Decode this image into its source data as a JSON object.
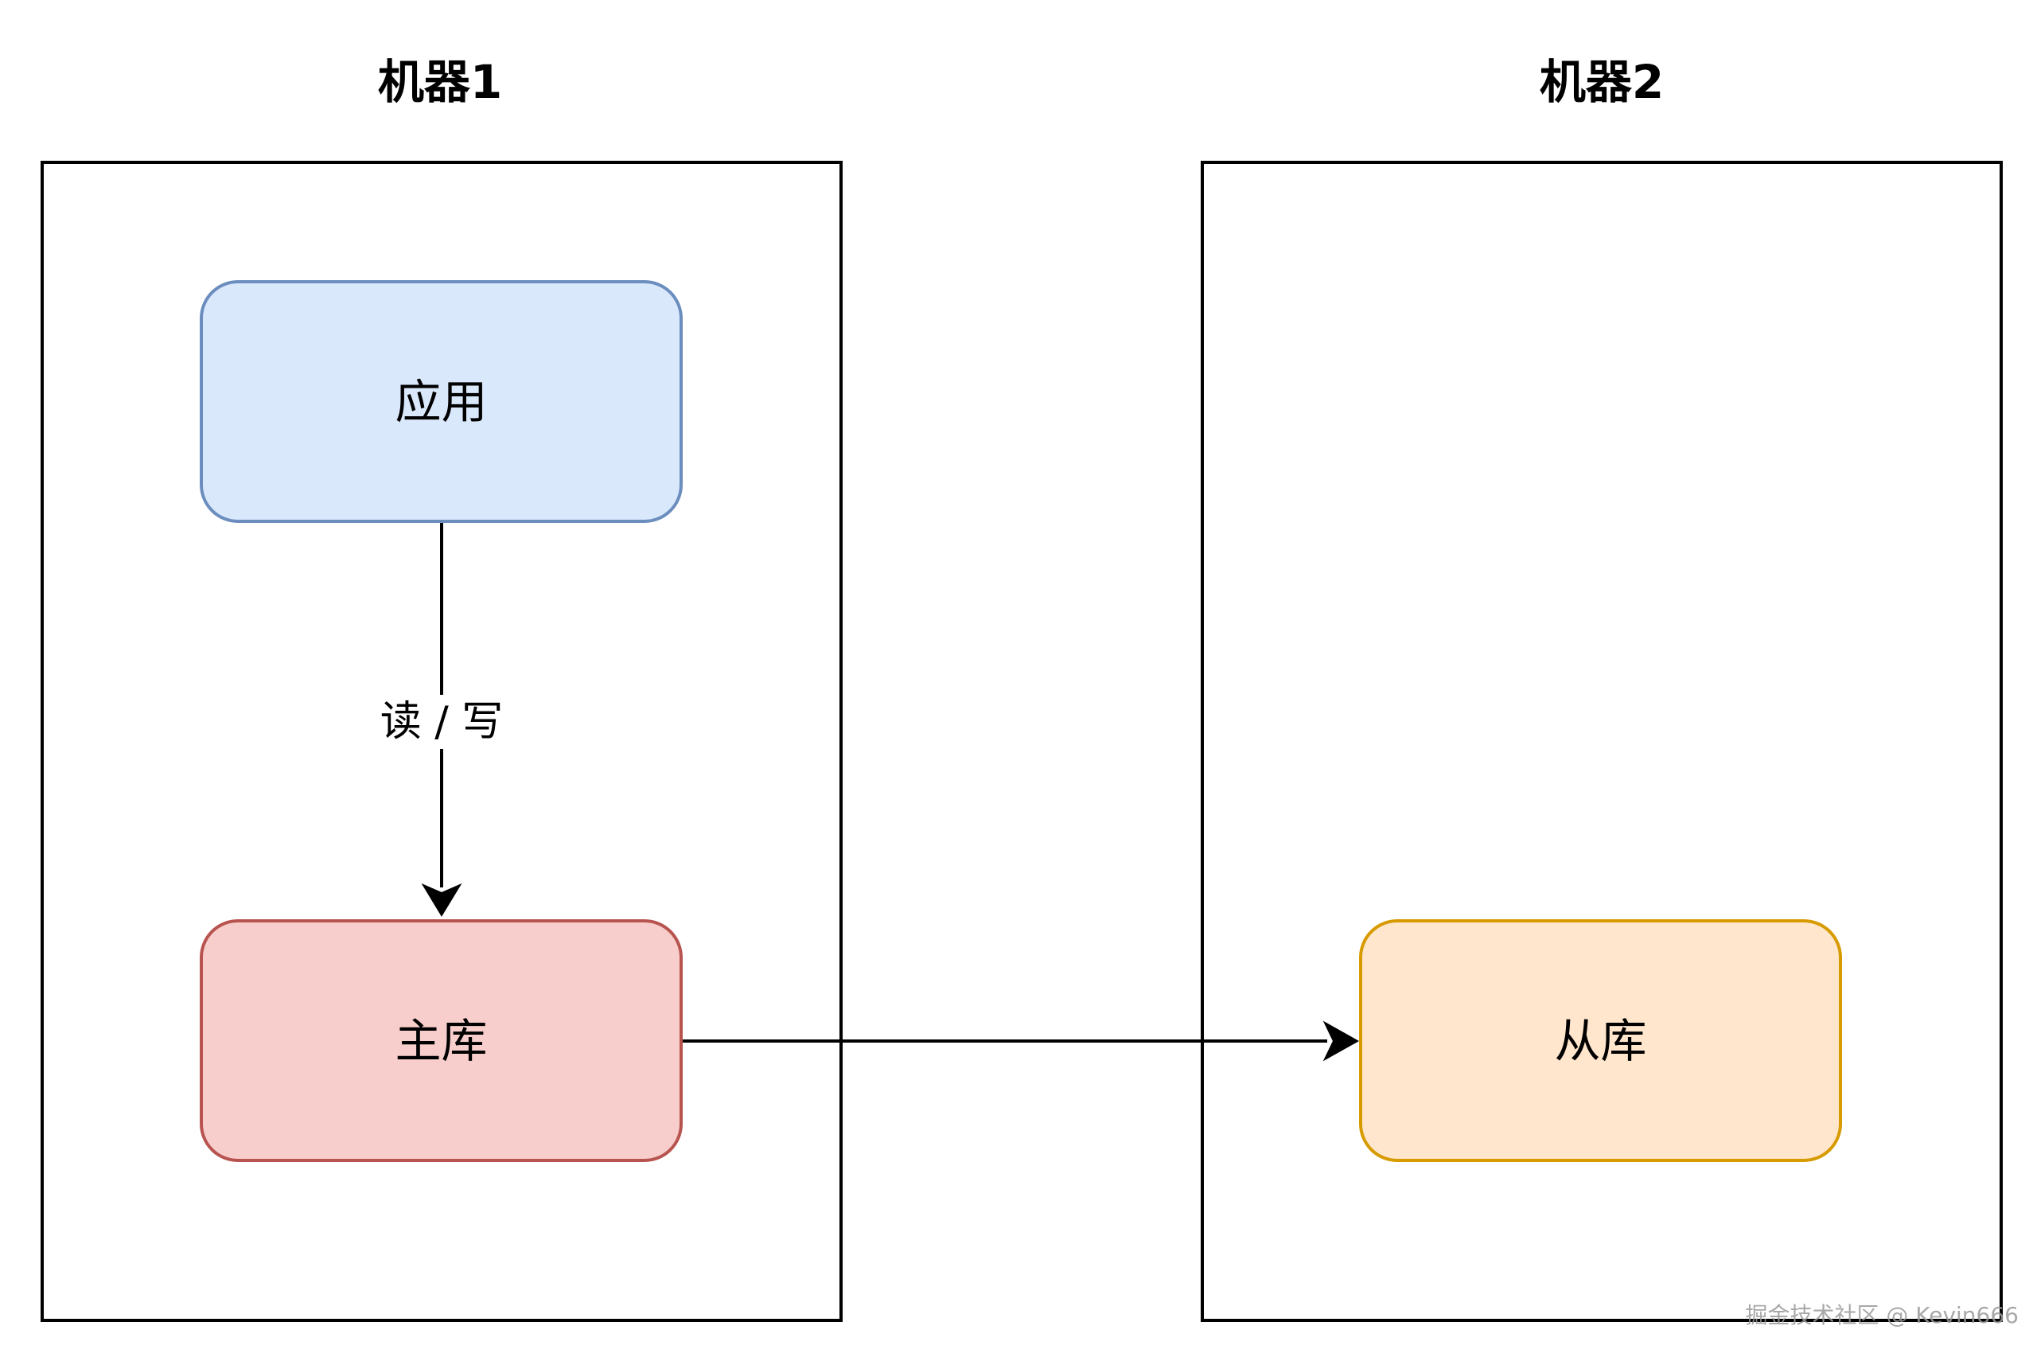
{
  "machines": [
    {
      "title": "机器1"
    },
    {
      "title": "机器2"
    }
  ],
  "nodes": {
    "app": {
      "label": "应用",
      "fill": "#dae8fc",
      "stroke": "#6c8ebf"
    },
    "primary": {
      "label": "主库",
      "fill": "#f8cecc",
      "stroke": "#b85450"
    },
    "replica": {
      "label": "从库",
      "fill": "#ffe6cc",
      "stroke": "#d79b00"
    }
  },
  "edges": {
    "app_to_primary": {
      "label": "读 / 写"
    }
  },
  "watermark": "掘金技术社区 @ Kevin666"
}
